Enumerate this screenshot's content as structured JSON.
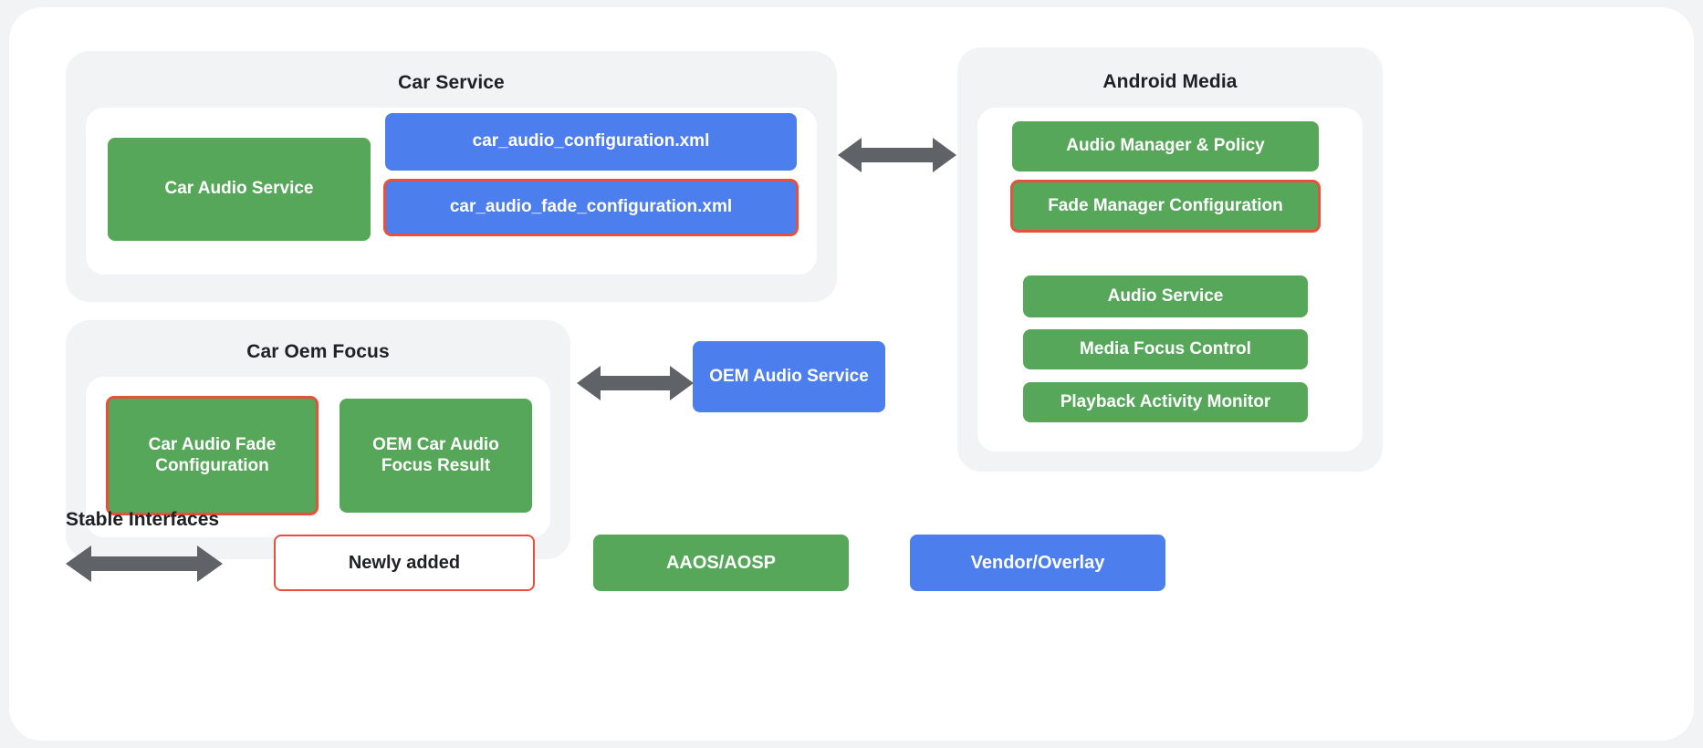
{
  "diagram": {
    "title_hidden": "",
    "groups": [
      {
        "id": "car-service",
        "title": "Car Service",
        "blocks": [
          {
            "label": "Car Audio Service",
            "style": "green",
            "outlined": false
          },
          {
            "label": "car_audio_configuration.xml",
            "style": "blue",
            "outlined": false
          },
          {
            "label": "car_audio_fade_configuration.xml",
            "style": "blue",
            "outlined": true
          }
        ]
      },
      {
        "id": "car-oem-focus",
        "title": "Car Oem Focus",
        "blocks": [
          {
            "label": "Car Audio Fade Configuration",
            "style": "green",
            "outlined": true
          },
          {
            "label": "OEM Car Audio Focus Result",
            "style": "green",
            "outlined": false
          }
        ]
      },
      {
        "id": "android-media",
        "title": "Android Media",
        "blocks": [
          {
            "label": "Audio Manager & Policy",
            "style": "green",
            "outlined": false
          },
          {
            "label": "Fade Manager Configuration",
            "style": "green",
            "outlined": true
          },
          {
            "label": "Audio Service",
            "style": "green",
            "outlined": false
          },
          {
            "label": "Media Focus Control",
            "style": "green",
            "outlined": false
          },
          {
            "label": "Playback Activity Monitor",
            "style": "green",
            "outlined": false
          }
        ]
      }
    ],
    "standalone_blocks": [
      {
        "id": "oem-audio-service",
        "label": "OEM Audio Service",
        "style": "blue",
        "outlined": false
      }
    ],
    "connectors": [
      {
        "id": "car-service-to-android-media",
        "kind": "double-arrow"
      },
      {
        "id": "car-oem-focus-to-oem-audio-service",
        "kind": "double-arrow"
      }
    ]
  },
  "legend": {
    "stable_interfaces_label": "Stable Interfaces",
    "arrow_kind": "double-arrow",
    "items": [
      {
        "label": "Newly added",
        "style": "newly"
      },
      {
        "label": "AAOS/AOSP",
        "style": "green"
      },
      {
        "label": "Vendor/Overlay",
        "style": "blue"
      }
    ]
  },
  "colors": {
    "green": "#56a75a",
    "blue": "#4d7eee",
    "highlight_red": "#e8503a",
    "arrow_gray": "#5f6368",
    "panel_gray": "#f2f3f4",
    "card_white": "#ffffff",
    "page_bg": "#f1f3f4"
  }
}
